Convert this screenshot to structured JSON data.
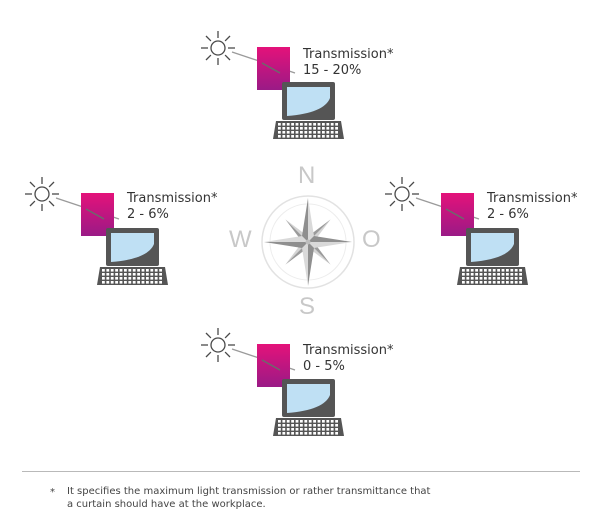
{
  "stations": [
    {
      "id": "north",
      "label": "Transmission*",
      "value": "15 - 20%"
    },
    {
      "id": "west",
      "label": "Transmission*",
      "value": "2 - 6%"
    },
    {
      "id": "east",
      "label": "Transmission*",
      "value": "2 - 6%"
    },
    {
      "id": "south",
      "label": "Transmission*",
      "value": "0 - 5%"
    }
  ],
  "compass": {
    "north": "N",
    "south": "S",
    "west": "W",
    "east": "O"
  },
  "footnote": {
    "marker": "*",
    "line1": "It specifies the maximum light transmission or rather transmittance that",
    "line2": "a curtain should have at the workplace."
  },
  "colors": {
    "curtain_top": "#e4127a",
    "curtain_bottom": "#9a1a86",
    "screen": "#bfe0f4",
    "laptop": "#555555",
    "compass_text": "#c8c8c8"
  },
  "icons": [
    "sun-icon",
    "curtain-icon",
    "laptop-icon",
    "compass-rose-icon"
  ]
}
